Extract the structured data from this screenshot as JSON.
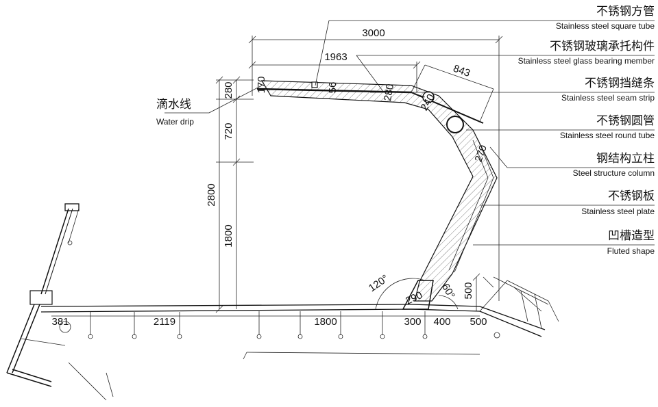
{
  "labels": [
    {
      "cn": "不锈钢方管",
      "en": "Stainless steel square tube"
    },
    {
      "cn": "不锈钢玻璃承托构件",
      "en": "Stainless steel glass bearing member"
    },
    {
      "cn": "不锈钢挡缝条",
      "en": "Stainless steel seam strip"
    },
    {
      "cn": "不锈钢圆管",
      "en": "Stainless steel round tube"
    },
    {
      "cn": "钢结构立柱",
      "en": "Steel structure column"
    },
    {
      "cn": "不锈钢板",
      "en": "Stainless steel plate"
    },
    {
      "cn": "凹槽造型",
      "en": "Fluted shape"
    }
  ],
  "water_drip": {
    "cn": "滴水线",
    "en": "Water drip"
  },
  "dimensions": {
    "top_width": "3000",
    "mid_width": "1963",
    "tip": "843",
    "v_280": "280",
    "v_720": "720",
    "v_2800": "2800",
    "v_1800": "1800",
    "t_170": "170",
    "t_56": "56",
    "t_280b": "280",
    "t_240": "240",
    "t_270": "270",
    "angle_120": "120°",
    "angle_60": "60°",
    "b_290": "290",
    "r_500v": "500",
    "b_381": "381",
    "b_2119": "2119",
    "b_1800": "1800",
    "b_300": "300",
    "b_400": "400",
    "b_500": "500"
  }
}
